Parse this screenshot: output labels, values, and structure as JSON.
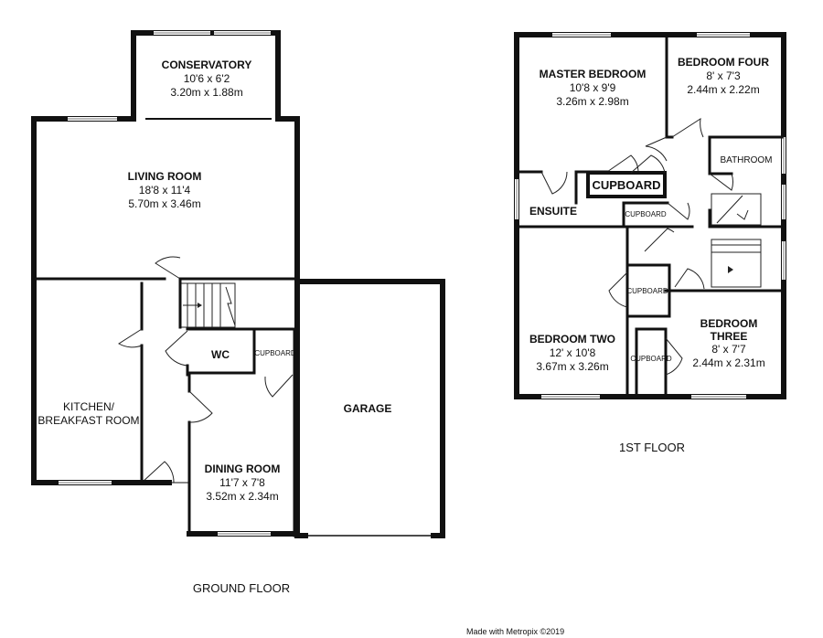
{
  "ground_floor": {
    "label": "GROUND FLOOR",
    "conservatory": {
      "name": "CONSERVATORY",
      "imperial": "10'6 x 6'2",
      "metric": "3.20m x 1.88m"
    },
    "living_room": {
      "name": "LIVING ROOM",
      "imperial": "18'8 x 11'4",
      "metric": "5.70m x 3.46m"
    },
    "kitchen": {
      "name_line1": "KITCHEN/",
      "name_line2": "BREAKFAST ROOM"
    },
    "wc": {
      "name": "WC"
    },
    "cupboard": {
      "name": "CUPBOARD"
    },
    "dining_room": {
      "name": "DINING ROOM",
      "imperial": "11'7 x 7'8",
      "metric": "3.52m x 2.34m"
    },
    "garage": {
      "name": "GARAGE"
    }
  },
  "first_floor": {
    "label": "1ST FLOOR",
    "master_bedroom": {
      "name": "MASTER BEDROOM",
      "imperial": "10'8 x 9'9",
      "metric": "3.26m x 2.98m"
    },
    "bedroom_four": {
      "name": "BEDROOM FOUR",
      "imperial": "8' x 7'3",
      "metric": "2.44m x 2.22m"
    },
    "bathroom": {
      "name": "BATHROOM"
    },
    "cupboard_large": {
      "name": "CUPBOARD"
    },
    "ensuite": {
      "name": "ENSUITE"
    },
    "cupboard_landing": {
      "name": "CUPBOARD"
    },
    "cupboard_bed2": {
      "name": "CUPBOARD"
    },
    "cupboard_bed3": {
      "name": "CUPBOARD"
    },
    "bedroom_two": {
      "name": "BEDROOM TWO",
      "imperial": "12' x 10'8",
      "metric": "3.67m x 3.26m"
    },
    "bedroom_three": {
      "name_line1": "BEDROOM",
      "name_line2": "THREE",
      "imperial": "8' x 7'7",
      "metric": "2.44m x 2.31m"
    }
  },
  "credit": "Made with Metropix ©2019"
}
